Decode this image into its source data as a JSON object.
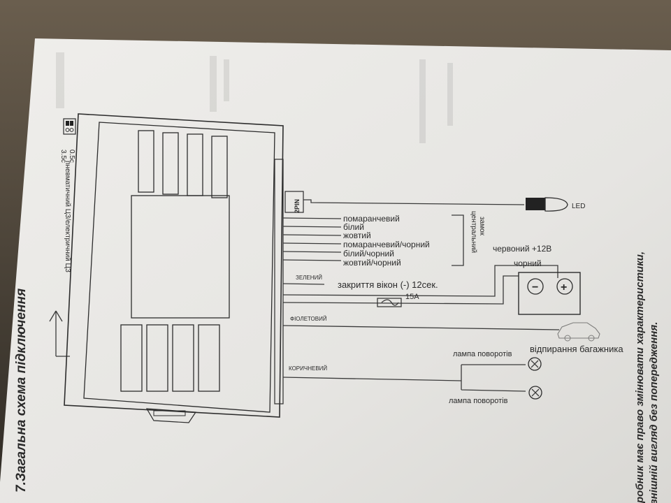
{
  "heading": "7.Загальна схема підключення",
  "right_note_1": "Виробник має право змінювати характеристики,",
  "right_note_2": "зовнішній вигляд без попередження.",
  "switch_label_1": "0.5с",
  "switch_label_2": "3.5с",
  "switch_caption": "пневматичний ЦЗ/електричний ЦЗ",
  "connector_label": "2PIN",
  "led_label": "LED",
  "wires": {
    "orange": "помаранчевий",
    "white": "білий",
    "yellow": "жовтий",
    "orange_black": "помаранчевий/чорний",
    "white_black": "білий/чорний",
    "yellow_black": "жовтий/чорний"
  },
  "central_lock_1": "центральний",
  "central_lock_2": "замок",
  "red_label": "червоний +12В",
  "black_label": "чорний",
  "green_label": "ЗЕЛЕНИЙ",
  "windows_label": "закриття вікон  (-) 12сек.",
  "fuse_label": "15А",
  "violet_label": "ФІОЛЕТОВИЙ",
  "trunk_label": "відпирання багажника",
  "brown_label": "КОРИЧНЕВИЙ",
  "turn_lamp_1": "лампа поворотів",
  "turn_lamp_2": "лампа поворотів",
  "battery_minus": "−",
  "battery_plus": "+",
  "colors": {
    "paper": "#e8e7e4",
    "ink": "#2a2a2a",
    "background": "#3a342c"
  }
}
